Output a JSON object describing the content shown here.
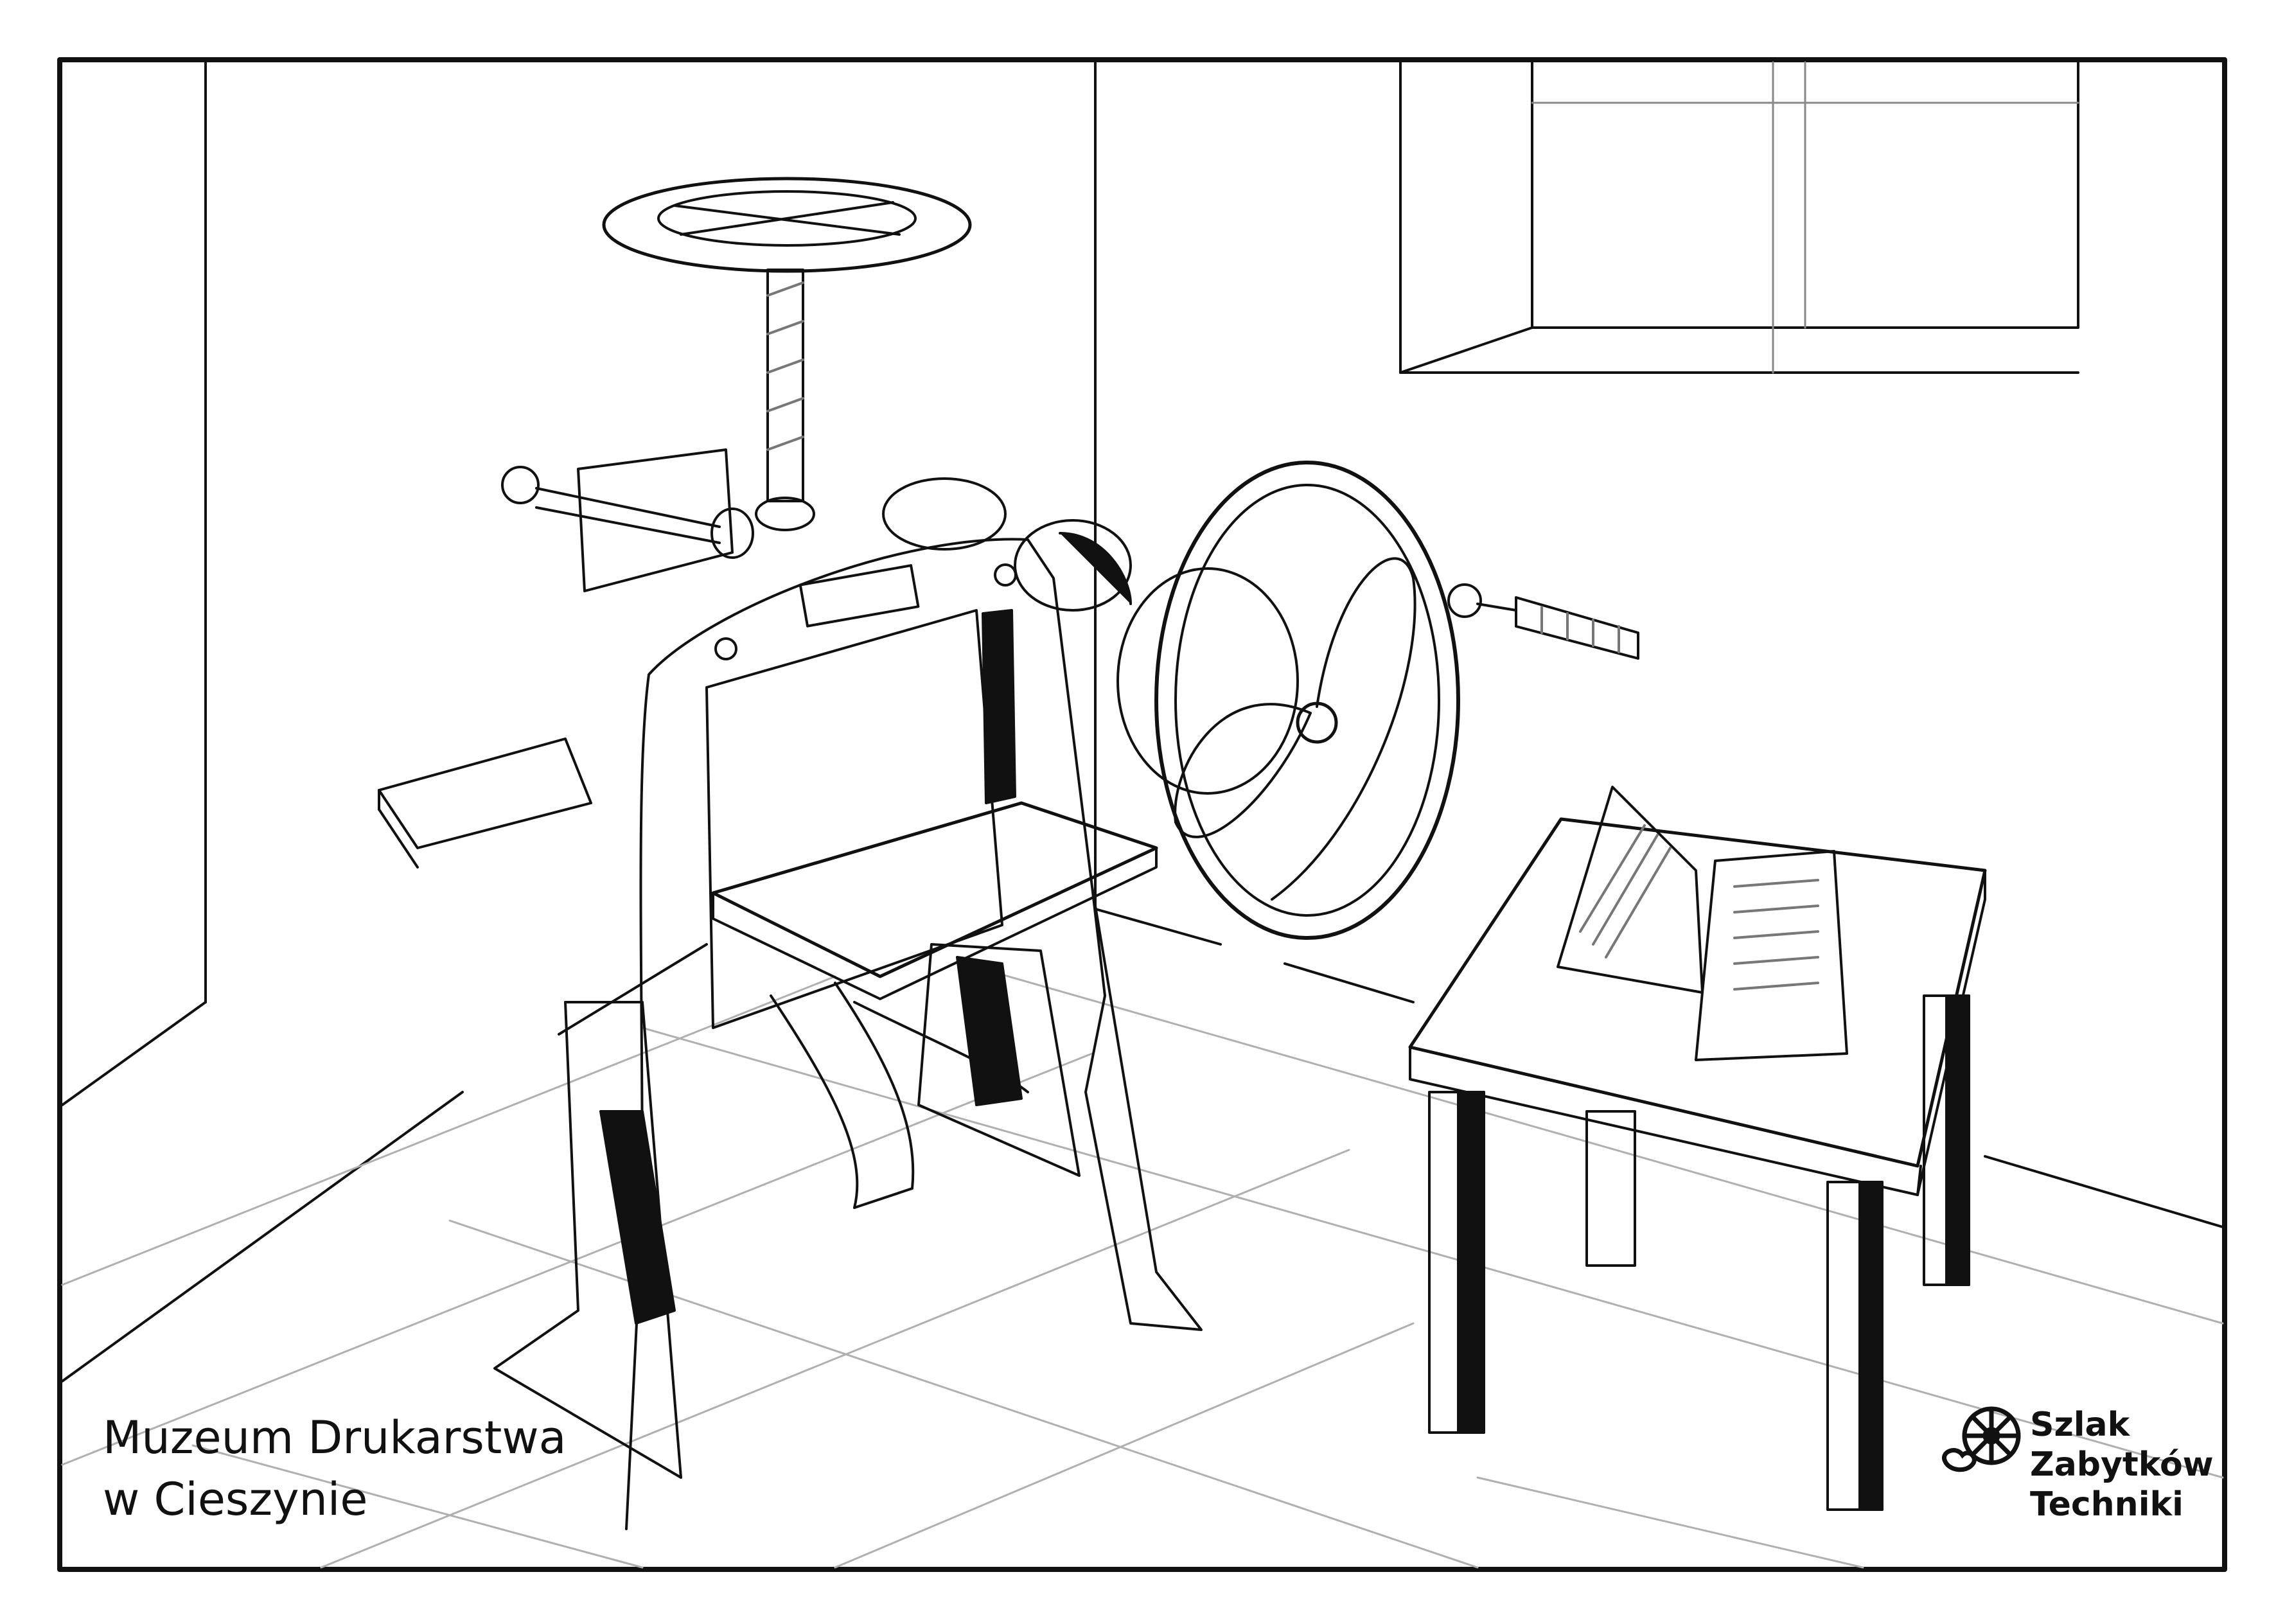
{
  "caption": {
    "line1": "Muzeum Drukarstwa",
    "line2": "w Cieszynie"
  },
  "logo": {
    "line1": "Szlak",
    "line2": "Zabytków",
    "line3": "Techniki",
    "icon": "cog-wheel-icon"
  },
  "colors": {
    "ink": "#111111",
    "paper": "#ffffff",
    "floor_line": "#b0b0b0"
  }
}
